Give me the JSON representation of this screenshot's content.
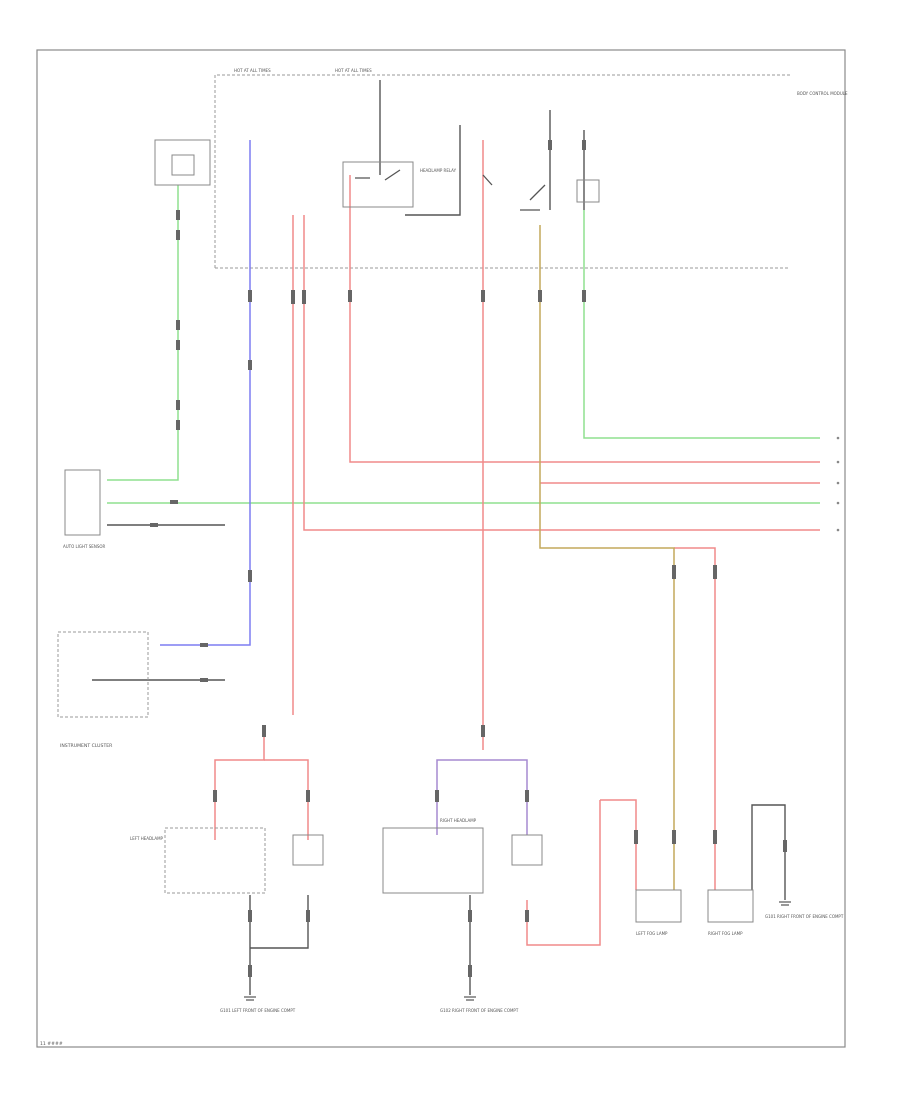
{
  "diagram": {
    "footer_code": "11 ####"
  },
  "colors": {
    "red": "#f08a8a",
    "green": "#8fe08f",
    "blue": "#7d7df2",
    "olive": "#c4a85c",
    "purple": "#a58ad0",
    "black": "#555555",
    "frame": "#888888"
  },
  "labels": {
    "top_fuse_a": "HOT AT ALL TIMES",
    "top_fuse_b": "HOT AT ALL TIMES",
    "right_box": "BODY CONTROL MODULE",
    "left_relay": "HEADLAMP RELAY",
    "sensor_block": "AUTO LIGHT SENSOR",
    "instrument_cluster": "INSTRUMENT CLUSTER",
    "left_headlamp": "LEFT HEADLAMP",
    "right_headlamp": "RIGHT HEADLAMP",
    "left_ground": "G101 LEFT FRONT OF ENGINE COMPT",
    "right_ground": "G102 RIGHT FRONT OF ENGINE COMPT",
    "left_fog": "LEFT FOG LAMP",
    "right_fog": "RIGHT FOG LAMP",
    "fog_ground": "G101 RIGHT FRONT OF ENGINE COMPT"
  }
}
